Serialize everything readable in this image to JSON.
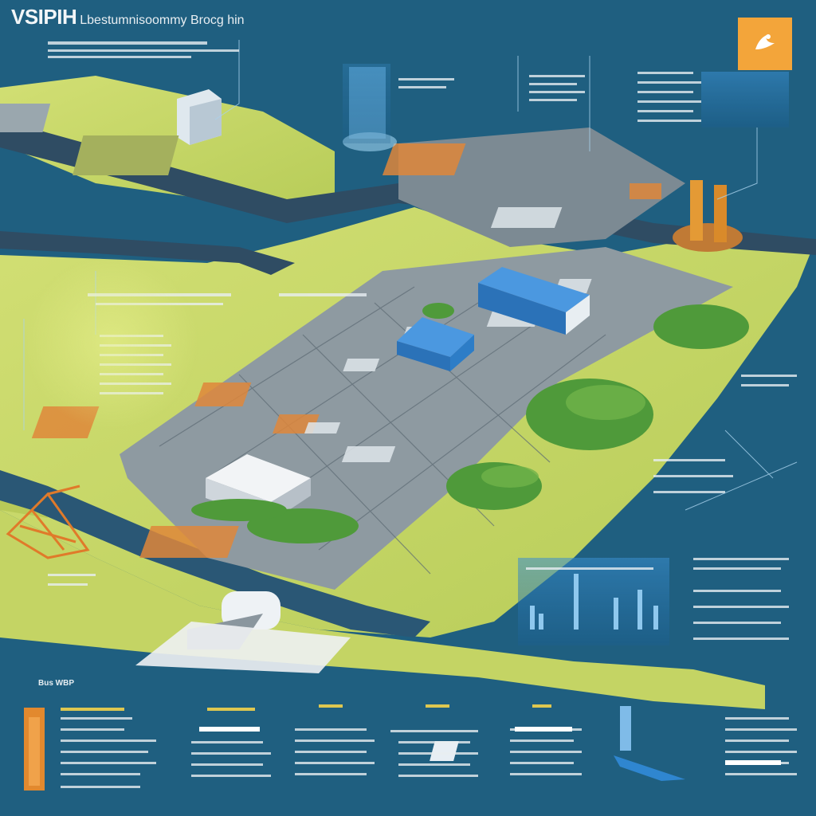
{
  "header": {
    "title": "VSIPIH",
    "subtitle": "Lbestumnisoommy Brocg hin"
  },
  "footer": {
    "heading": "Bus WBP"
  },
  "colors": {
    "ocean": "#1f5f80",
    "land": "#c8d86a",
    "road": "#35536a",
    "accent_orange": "#f3a53a",
    "warehouse_blue": "#3f86cf",
    "text_blue": "#6fb6e6"
  },
  "icons": [
    "industrial-zone-icon",
    "bird-logo-icon",
    "ship-icon",
    "tower-icon",
    "crane-icon"
  ]
}
